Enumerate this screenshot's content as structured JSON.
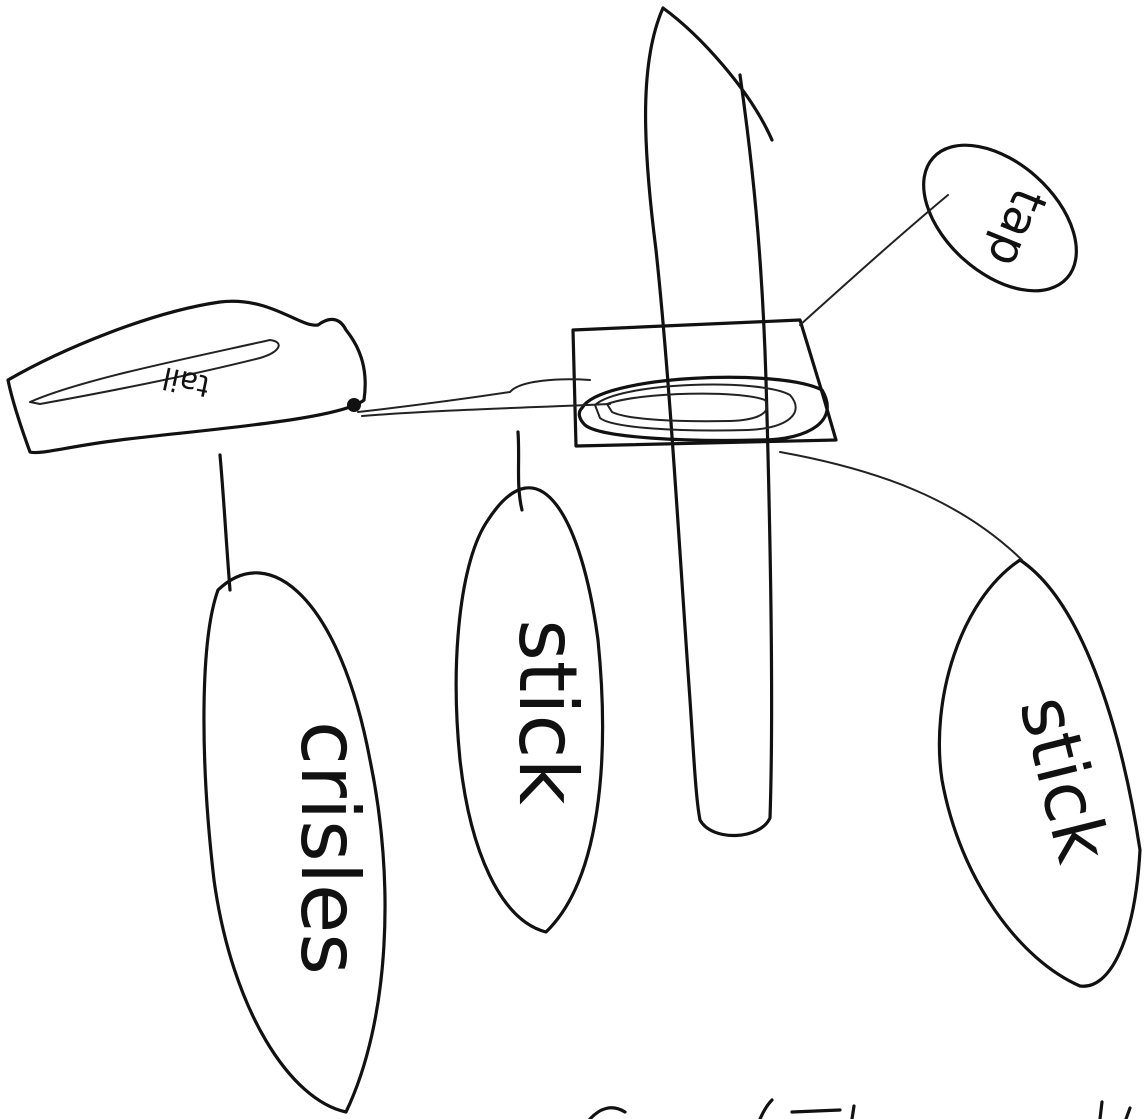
{
  "diagram": {
    "nodes": [
      {
        "id": "hanger",
        "label": ""
      },
      {
        "id": "tail",
        "label": "tail"
      },
      {
        "id": "tap",
        "label": "tap"
      },
      {
        "id": "crisles",
        "label": "crisles"
      },
      {
        "id": "stick_middle",
        "label": "stick"
      },
      {
        "id": "stick_right",
        "label": "stick"
      }
    ],
    "edges": [
      {
        "from": "hanger",
        "to": "tail"
      },
      {
        "from": "hanger",
        "to": "tap"
      },
      {
        "from": "tail",
        "to": "crisles"
      },
      {
        "from": "hanger",
        "to": "stick_middle"
      },
      {
        "from": "hanger",
        "to": "stick_right"
      }
    ],
    "colors": {
      "ink": "#111111",
      "paper": "#ffffff"
    }
  }
}
